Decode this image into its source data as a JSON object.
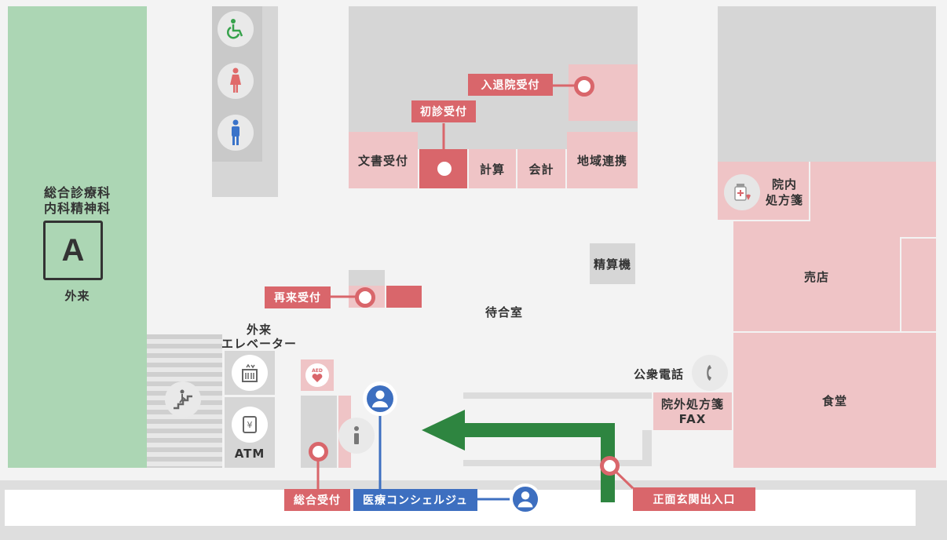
{
  "outpatient_a": {
    "dept_line1": "総合診療科",
    "dept_line2": "内科精神科",
    "letter": "A",
    "caption": "外来"
  },
  "rooms": {
    "document_desk": "文書受付",
    "billing": "計算",
    "accounting": "会計",
    "regional": "地域連携",
    "prescription_in_line1": "院内",
    "prescription_in_line2": "処方箋",
    "shop": "売店",
    "cafeteria": "食堂",
    "payment_machine": "精算機",
    "waiting_room": "待合室",
    "elevator_line1": "外来",
    "elevator_line2": "エレベーター",
    "atm": "ATM",
    "public_phone": "公衆電話",
    "fax_line1": "院外処方箋",
    "fax_line2": "FAX",
    "aed": "AED"
  },
  "labels": {
    "admission": "入退院受付",
    "first_visit": "初診受付",
    "revisit": "再来受付",
    "general_reception": "総合受付",
    "concierge": "医療コンシェルジュ",
    "main_entrance": "正面玄関出入口"
  },
  "icons": {
    "wheelchair": "wheelchair-icon",
    "women": "women-restroom-icon",
    "men": "men-restroom-icon",
    "stairs": "stairs-icon",
    "elevator": "elevator-icon",
    "atm": "atm-icon",
    "aed": "aed-icon",
    "info": "info-icon",
    "phone": "phone-icon",
    "medicine": "medicine-icon",
    "person": "person-icon"
  },
  "colors": {
    "reception_pink": "#efc4c6",
    "label_red": "#d9666b",
    "concierge_blue": "#3d6fc0",
    "outpatient_green": "#acd6b4",
    "route_green": "#2e8540",
    "restroom_women": "#e06a6a",
    "restroom_men": "#3a73c9",
    "wheelchair": "#36a24b"
  }
}
